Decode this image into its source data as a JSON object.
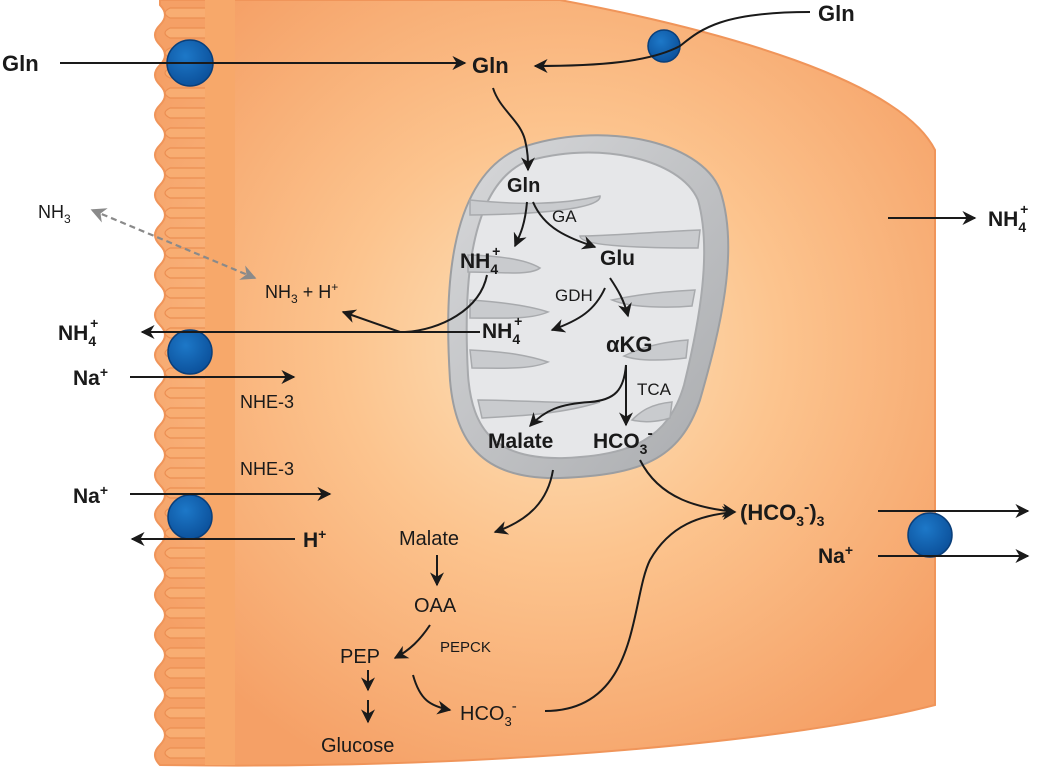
{
  "colors": {
    "cell_fill": "#f7a86a",
    "cell_center": "#fde0b8",
    "mito_outer": "#b8babd",
    "mito_inner": "#e4e5e7",
    "transporter": "#1060b0",
    "arrow": "#1a1a1a",
    "gray_arrow": "#8a8a8a"
  },
  "labels": {
    "gln_left": "Gln",
    "gln_top_right": "Gln",
    "gln_cyto": "Gln",
    "gln_mito": "Gln",
    "ga": "GA",
    "nh4_mito_1": "NH",
    "nh4_mito_1_sub": "4",
    "nh4_mito_1_sup": "+",
    "glu": "Glu",
    "gdh": "GDH",
    "nh4_mito_2": "NH",
    "nh4_mito_2_sub": "4",
    "nh4_mito_2_sup": "+",
    "akg": "αKG",
    "tca": "TCA",
    "malate_mito": "Malate",
    "hco3_mito": "HCO",
    "hco3_mito_sub": "3",
    "hco3_mito_sup": "-",
    "nh3_lumen": "NH",
    "nh3_lumen_sub": "3",
    "nh3_h": "NH",
    "nh3_h_sub": "3",
    "nh3_h_rest": " + H",
    "nh3_h_sup": "+",
    "nh4_out": "NH",
    "nh4_out_sub": "4",
    "nh4_out_sup": "+",
    "na_1": "Na",
    "na_1_sup": "+",
    "nhe3_1": "NHE-3",
    "nhe3_2": "NHE-3",
    "na_2": "Na",
    "na_2_sup": "+",
    "h_out": "H",
    "h_out_sup": "+",
    "malate_cyto": "Malate",
    "oaa": "OAA",
    "pepck": "PEPCK",
    "pep": "PEP",
    "glucose": "Glucose",
    "hco3_cyto": "HCO",
    "hco3_cyto_sub": "3",
    "hco3_cyto_sup": "-",
    "hco3_baso_open": "(HCO",
    "hco3_baso_sub1": "3",
    "hco3_baso_sup": "-",
    "hco3_baso_close": ")",
    "hco3_baso_sub2": "3",
    "na_baso": "Na",
    "na_baso_sup": "+",
    "nh4_baso": "NH",
    "nh4_baso_sub": "4",
    "nh4_baso_sup": "+"
  }
}
